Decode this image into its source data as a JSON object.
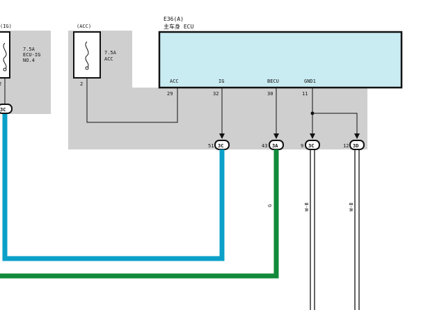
{
  "colors": {
    "panel_gray": "#cfcfcf",
    "ecu_fill": "#c9ebf2",
    "wire_blue": "#0aa0c8",
    "wire_green": "#118a3a",
    "line_black": "#111111"
  },
  "fuse_ig": {
    "header": "(IG)",
    "rating": "7.5A",
    "name_line1": "ECU-IG",
    "name_line2": "NO.4",
    "pin": "2",
    "connector": "3C"
  },
  "fuse_acc": {
    "header": "(ACC)",
    "rating": "7.5A",
    "name": "ACC",
    "pin": "2"
  },
  "ecu": {
    "code": "E36(A)",
    "name": "主车身 ECU",
    "pins": [
      {
        "label": "ACC",
        "number": "29"
      },
      {
        "label": "IG",
        "number": "32"
      },
      {
        "label": "BECU",
        "number": "30"
      },
      {
        "label": "GND1",
        "number": "11"
      }
    ]
  },
  "connectors": [
    {
      "pin": "51",
      "code": "3C"
    },
    {
      "pin": "43",
      "code": "3A"
    },
    {
      "pin": "9",
      "code": "3C"
    },
    {
      "pin": "12",
      "code": "3D"
    }
  ],
  "wire_colors": {
    "green_wire": "G",
    "ground_1": "W-B",
    "ground_2": "W-B"
  }
}
